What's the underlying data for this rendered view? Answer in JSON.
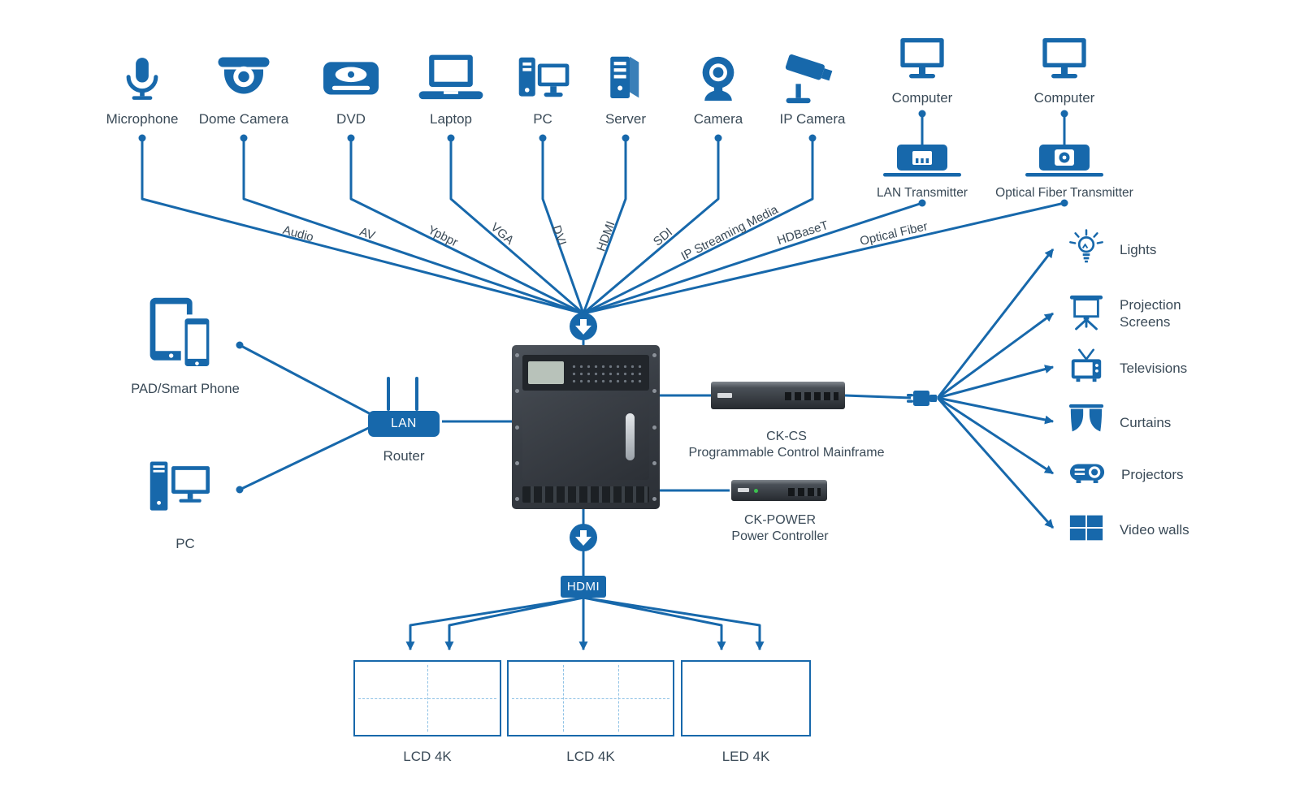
{
  "colors": {
    "accent": "#1768ab",
    "device_dark": "#2f343a"
  },
  "inputs": [
    {
      "label": "Microphone",
      "cable": "Audio"
    },
    {
      "label": "Dome Camera",
      "cable": "AV"
    },
    {
      "label": "DVD",
      "cable": "Ypbpr"
    },
    {
      "label": "Laptop",
      "cable": "VGA"
    },
    {
      "label": "PC",
      "cable": "DVI"
    },
    {
      "label": "Server",
      "cable": "HDMI"
    },
    {
      "label": "Camera",
      "cable": "SDI"
    },
    {
      "label": "IP Camera",
      "cable": "IP Streaming Media"
    }
  ],
  "transmitters": [
    {
      "source": "Computer",
      "label": "LAN Transmitter",
      "cable": "HDBaseT"
    },
    {
      "source": "Computer",
      "label": "Optical Fiber Transmitter",
      "cable": "Optical Fiber"
    }
  ],
  "left": {
    "pad_label": "PAD/Smart Phone",
    "pc_label": "PC",
    "router_label": "Router",
    "router_badge": "LAN"
  },
  "controllers": [
    {
      "name": "CK-CS",
      "desc": "Programmable Control Mainframe"
    },
    {
      "name": "CK-POWER",
      "desc": "Power Controller"
    }
  ],
  "outputs": [
    {
      "label": "Lights"
    },
    {
      "label": "Projection Screens"
    },
    {
      "label": "Televisions"
    },
    {
      "label": "Curtains"
    },
    {
      "label": "Projectors"
    },
    {
      "label": "Video walls"
    }
  ],
  "bottom": {
    "hdmi_badge": "HDMI",
    "displays": [
      {
        "label": "LCD 4K"
      },
      {
        "label": "LCD 4K"
      },
      {
        "label": "LED 4K"
      }
    ]
  }
}
